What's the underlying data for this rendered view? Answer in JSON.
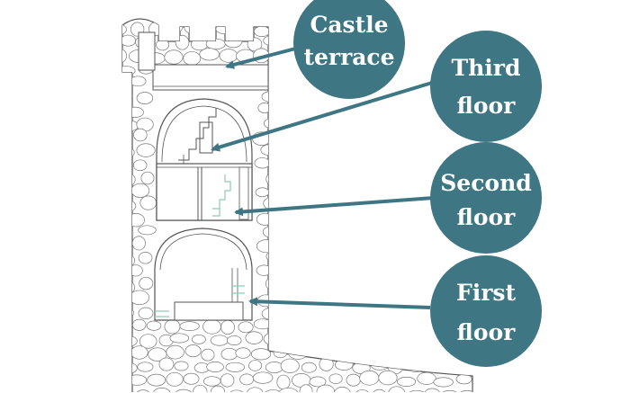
{
  "colors": {
    "background": "#ffffff",
    "bubble": "#3f7683",
    "bubble_text": "#ffffff",
    "arrow": "#3f7683",
    "outline": "#555555",
    "stone_fill": "#ffffff",
    "stair_accent": "#8fc9b8"
  },
  "labels": [
    {
      "id": "castle-terrace",
      "line1": "Castle",
      "line2": "terrace"
    },
    {
      "id": "third-floor",
      "line1": "Third",
      "line2": "floor"
    },
    {
      "id": "second-floor",
      "line1": "Second",
      "line2": "floor"
    },
    {
      "id": "first-floor",
      "line1": "First",
      "line2": "floor"
    }
  ]
}
